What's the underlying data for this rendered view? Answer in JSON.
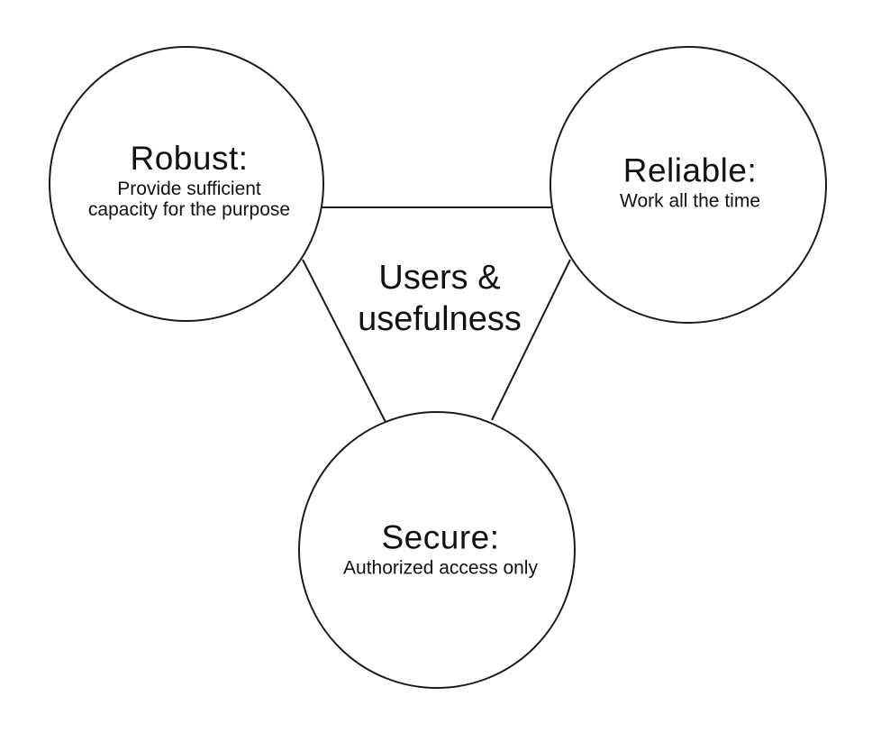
{
  "diagram": {
    "background_color": "#ffffff",
    "stroke_color": "#1a1a1a",
    "text_color": "#111111",
    "center_label": {
      "line1": "Users &",
      "line2": "usefulness"
    },
    "nodes": [
      {
        "id": "robust",
        "title": "Robust:",
        "subtitle": "Provide sufficient capacity for the purpose",
        "subtitle_lines": [
          "Provide sufficient",
          "capacity for the purpose"
        ]
      },
      {
        "id": "reliable",
        "title": "Reliable:",
        "subtitle": "Work all the time",
        "subtitle_lines": [
          "Work all the time"
        ]
      },
      {
        "id": "secure",
        "title": "Secure:",
        "subtitle": "Authorized access only",
        "subtitle_lines": [
          "Authorized access only"
        ]
      }
    ]
  }
}
